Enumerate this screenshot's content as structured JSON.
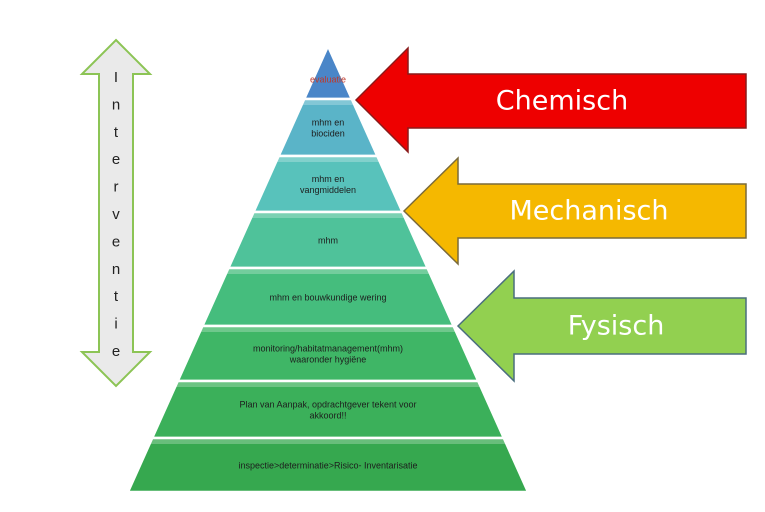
{
  "vertical_arrow": {
    "letters": [
      "I",
      "n",
      "t",
      "e",
      "r",
      "v",
      "e",
      "n",
      "t",
      "i",
      "e"
    ]
  },
  "pyramid": {
    "levels": [
      {
        "lines": [
          "evaluatie"
        ],
        "color": "#4a86c8"
      },
      {
        "lines": [
          "mhm en",
          "biociden"
        ],
        "color": "#5ab4c8"
      },
      {
        "lines": [
          "mhm en",
          "vangmiddelen"
        ],
        "color": "#58c2bb"
      },
      {
        "lines": [
          "mhm"
        ],
        "color": "#4fc29a"
      },
      {
        "lines": [
          "mhm en bouwkundige wering"
        ],
        "color": "#45bd7d"
      },
      {
        "lines": [
          "monitoring/habitatmanagement(mhm)",
          "waaronder hygiëne"
        ],
        "color": "#3fb666"
      },
      {
        "lines": [
          "Plan van Aanpak, opdrachtgever tekent voor",
          "akkoord!!"
        ],
        "color": "#3bb05a"
      },
      {
        "lines": [
          "inspectie>determinatie>Risico- Inventarisatie"
        ],
        "color": "#36a84f"
      }
    ]
  },
  "arrows": [
    {
      "label": "Chemisch",
      "fill": "#ee0000",
      "stroke": "#8a1a1a"
    },
    {
      "label": "Mechanisch",
      "fill": "#f5b800",
      "stroke": "#7a6a3a"
    },
    {
      "label": "Fysisch",
      "fill": "#92d050",
      "stroke": "#4a6e7e"
    }
  ]
}
